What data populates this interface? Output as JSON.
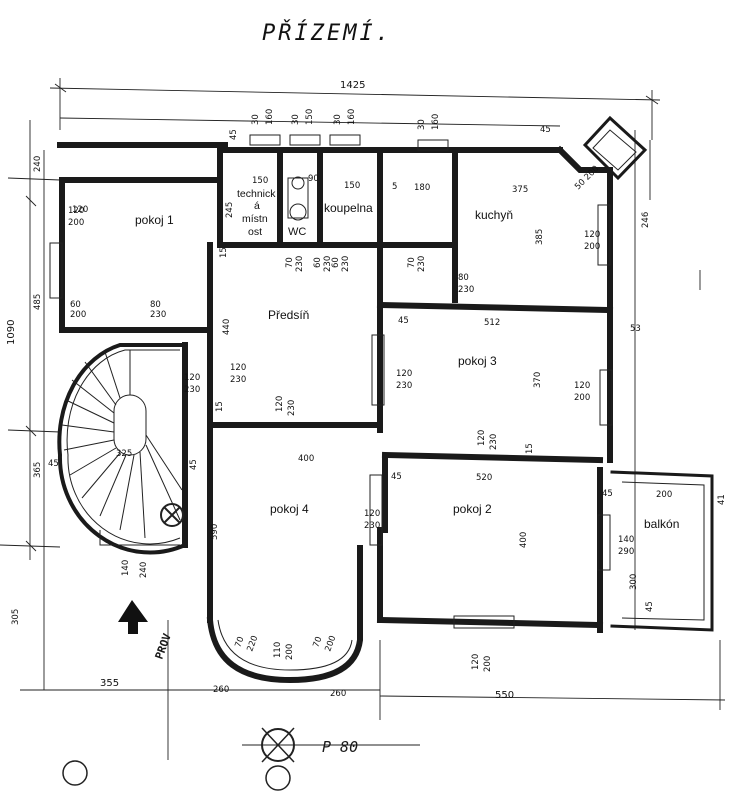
{
  "title": "PŘÍZEMÍ.",
  "drawing_code": "P 80",
  "orientation_label": "PROV",
  "rooms": {
    "pokoj1": "pokoj 1",
    "technicka_1": "technick",
    "technicka_2": "á",
    "technicka_3": "místn",
    "technicka_4": "ost",
    "wc": "WC",
    "koupelna": "koupelna",
    "kuchyn": "kuchyň",
    "predsin": "Předsíň",
    "pokoj3": "pokoj 3",
    "pokoj4": "pokoj 4",
    "pokoj2": "pokoj 2",
    "balkon": "balkón"
  },
  "dimensions": {
    "total_width": "1425",
    "total_height": "1090",
    "left_upper": "485",
    "left_lower": "365",
    "left_bottom": "305",
    "left_top": "240",
    "bottom_left": "355",
    "bottom_right": "550",
    "bottom_arc_left": "260",
    "bottom_arc_right": "260",
    "right_upper": "246",
    "right_mid": "53",
    "right_top": "45",
    "d_150a": "150",
    "d_150b": "150",
    "d_180": "180",
    "d_375": "375",
    "d_5": "5",
    "d_512": "512",
    "d_520": "520",
    "d_400a": "400",
    "d_400b": "400",
    "d_440": "440",
    "d_590": "590",
    "d_385": "385",
    "d_370": "370",
    "d_325": "325",
    "d_245": "245",
    "d_200": "200",
    "d_30a": "30",
    "d_160a": "160",
    "d_30b": "30",
    "d_150c": "150",
    "d_30c": "30",
    "d_160b": "160",
    "d_30d": "30",
    "d_160c": "160",
    "d_45a": "45",
    "d_45b": "45",
    "d_45c": "45",
    "d_45d": "45",
    "d_45e": "45",
    "d_45f": "45",
    "d_15a": "15",
    "d_15b": "15",
    "d_15c": "15",
    "d_90": "90",
    "d_50_200": "50 200",
    "d_41": "41"
  },
  "openings": {
    "o1_a": "120",
    "o1_b": "200",
    "o2_a": "60",
    "o2_b": "200",
    "o3_a": "80",
    "o3_b": "230",
    "o4_a": "120",
    "o4_b": "230",
    "o5_a": "70",
    "o5_b": "230",
    "o6_a": "60",
    "o6_b": "230",
    "o7_a": "60",
    "o7_b": "230",
    "o8_a": "70",
    "o8_b": "230",
    "o9_a": "80",
    "o9_b": "230",
    "o10_a": "120",
    "o10_b": "200",
    "o11_a": "120",
    "o11_b": "230",
    "o12_a": "120",
    "o12_b": "230",
    "o13_a": "120",
    "o13_b": "200",
    "o14_a": "120",
    "o14_b": "230",
    "o15_a": "120",
    "o15_b": "230",
    "o16_a": "120",
    "o16_b": "230",
    "o17_a": "140",
    "o17_b": "290",
    "o18_a": "300",
    "o19_a": "120",
    "o19_b": "200",
    "o20_a": "70",
    "o20_b": "220",
    "o21_a": "110",
    "o21_b": "200",
    "o22_a": "70",
    "o22_b": "200",
    "o23_a": "140",
    "o23_b": "240",
    "o24_a": "120",
    "o24_b": "200",
    "o25_a": "45"
  }
}
